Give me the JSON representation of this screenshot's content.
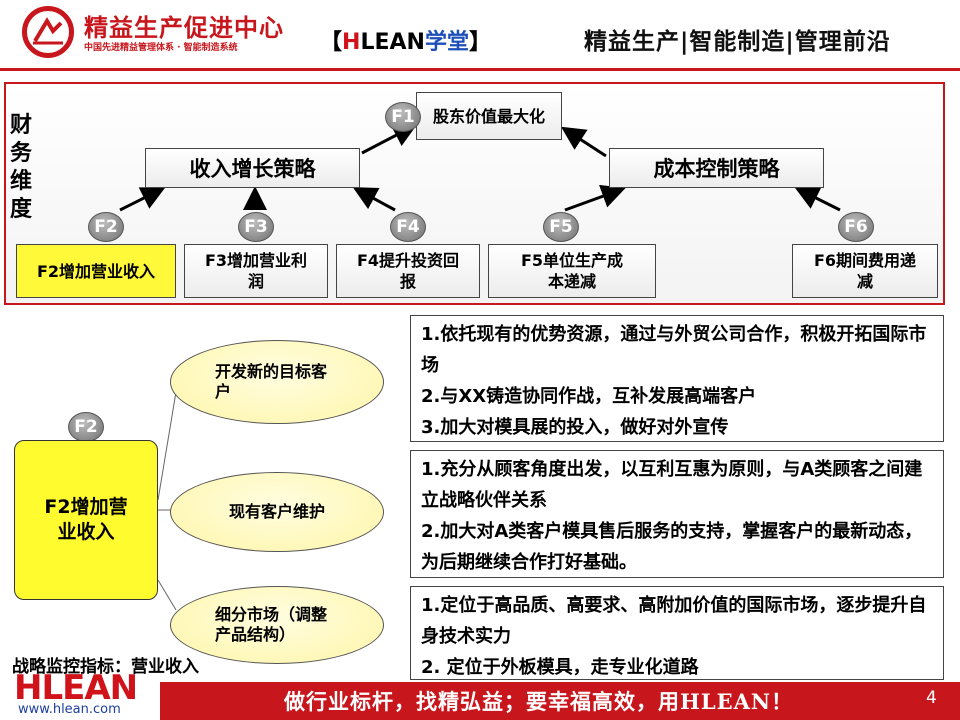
{
  "header": {
    "logo_title": "精益生产促进中心",
    "logo_subtitle": "中国先进精益管理体系 · 智能制造系统",
    "brand_open": "【",
    "brand_h": "H",
    "brand_lean": "LEAN",
    "brand_school": "学堂",
    "brand_close": "】",
    "tagline": "精益生产|智能制造|管理前沿"
  },
  "financial": {
    "dimension_label": "财务维度",
    "f1": {
      "badge": "F1",
      "label": "股东价值最大化"
    },
    "revenue_strategy": "收入增长策略",
    "cost_strategy": "成本控制策略",
    "items": [
      {
        "badge": "F2",
        "label": "F2增加营业收入"
      },
      {
        "badge": "F3",
        "label": "F3增加营业利润"
      },
      {
        "badge": "F4",
        "label": "F4提升投资回报"
      },
      {
        "badge": "F5",
        "label": "F5单位生产成本递减"
      },
      {
        "badge": "F6",
        "label": "F6期间费用递减"
      }
    ]
  },
  "detail": {
    "f2_badge": "F2",
    "f2_label": "F2增加营业收入",
    "strategies": [
      {
        "name": "开发新的目标客户",
        "points": [
          "1.依托现有的优势资源，通过与外贸公司合作，积极开拓国际市场",
          "2.与XX铸造协同作战，互补发展高端客户",
          "3.加大对模具展的投入，做好对外宣传"
        ]
      },
      {
        "name": "现有客户维护",
        "points": [
          "1.充分从顾客角度出发，以互利互惠为原则，与A类顾客之间建立战略伙伴关系",
          "2.加大对A类客户模具售后服务的支持，掌握客户的最新动态，为后期继续合作打好基础。"
        ]
      },
      {
        "name": "细分市场（调整产品结构）",
        "points": [
          "1.定位于高品质、高要求、高附加价值的国际市场，逐步提升自身技术实力",
          "2. 定位于外板模具，走专业化道路"
        ]
      }
    ],
    "monitor": "战略监控指标：营业收入"
  },
  "footer": {
    "logo": "HLEAN",
    "url": "www.hlean.com",
    "slogan": "做行业标杆，找精弘益；要幸福高效，用HLEAN！",
    "page": "4"
  },
  "colors": {
    "brand_red": "#c8161d",
    "highlight_yellow": "#fff93a",
    "brand_blue": "#1d4fb8"
  }
}
